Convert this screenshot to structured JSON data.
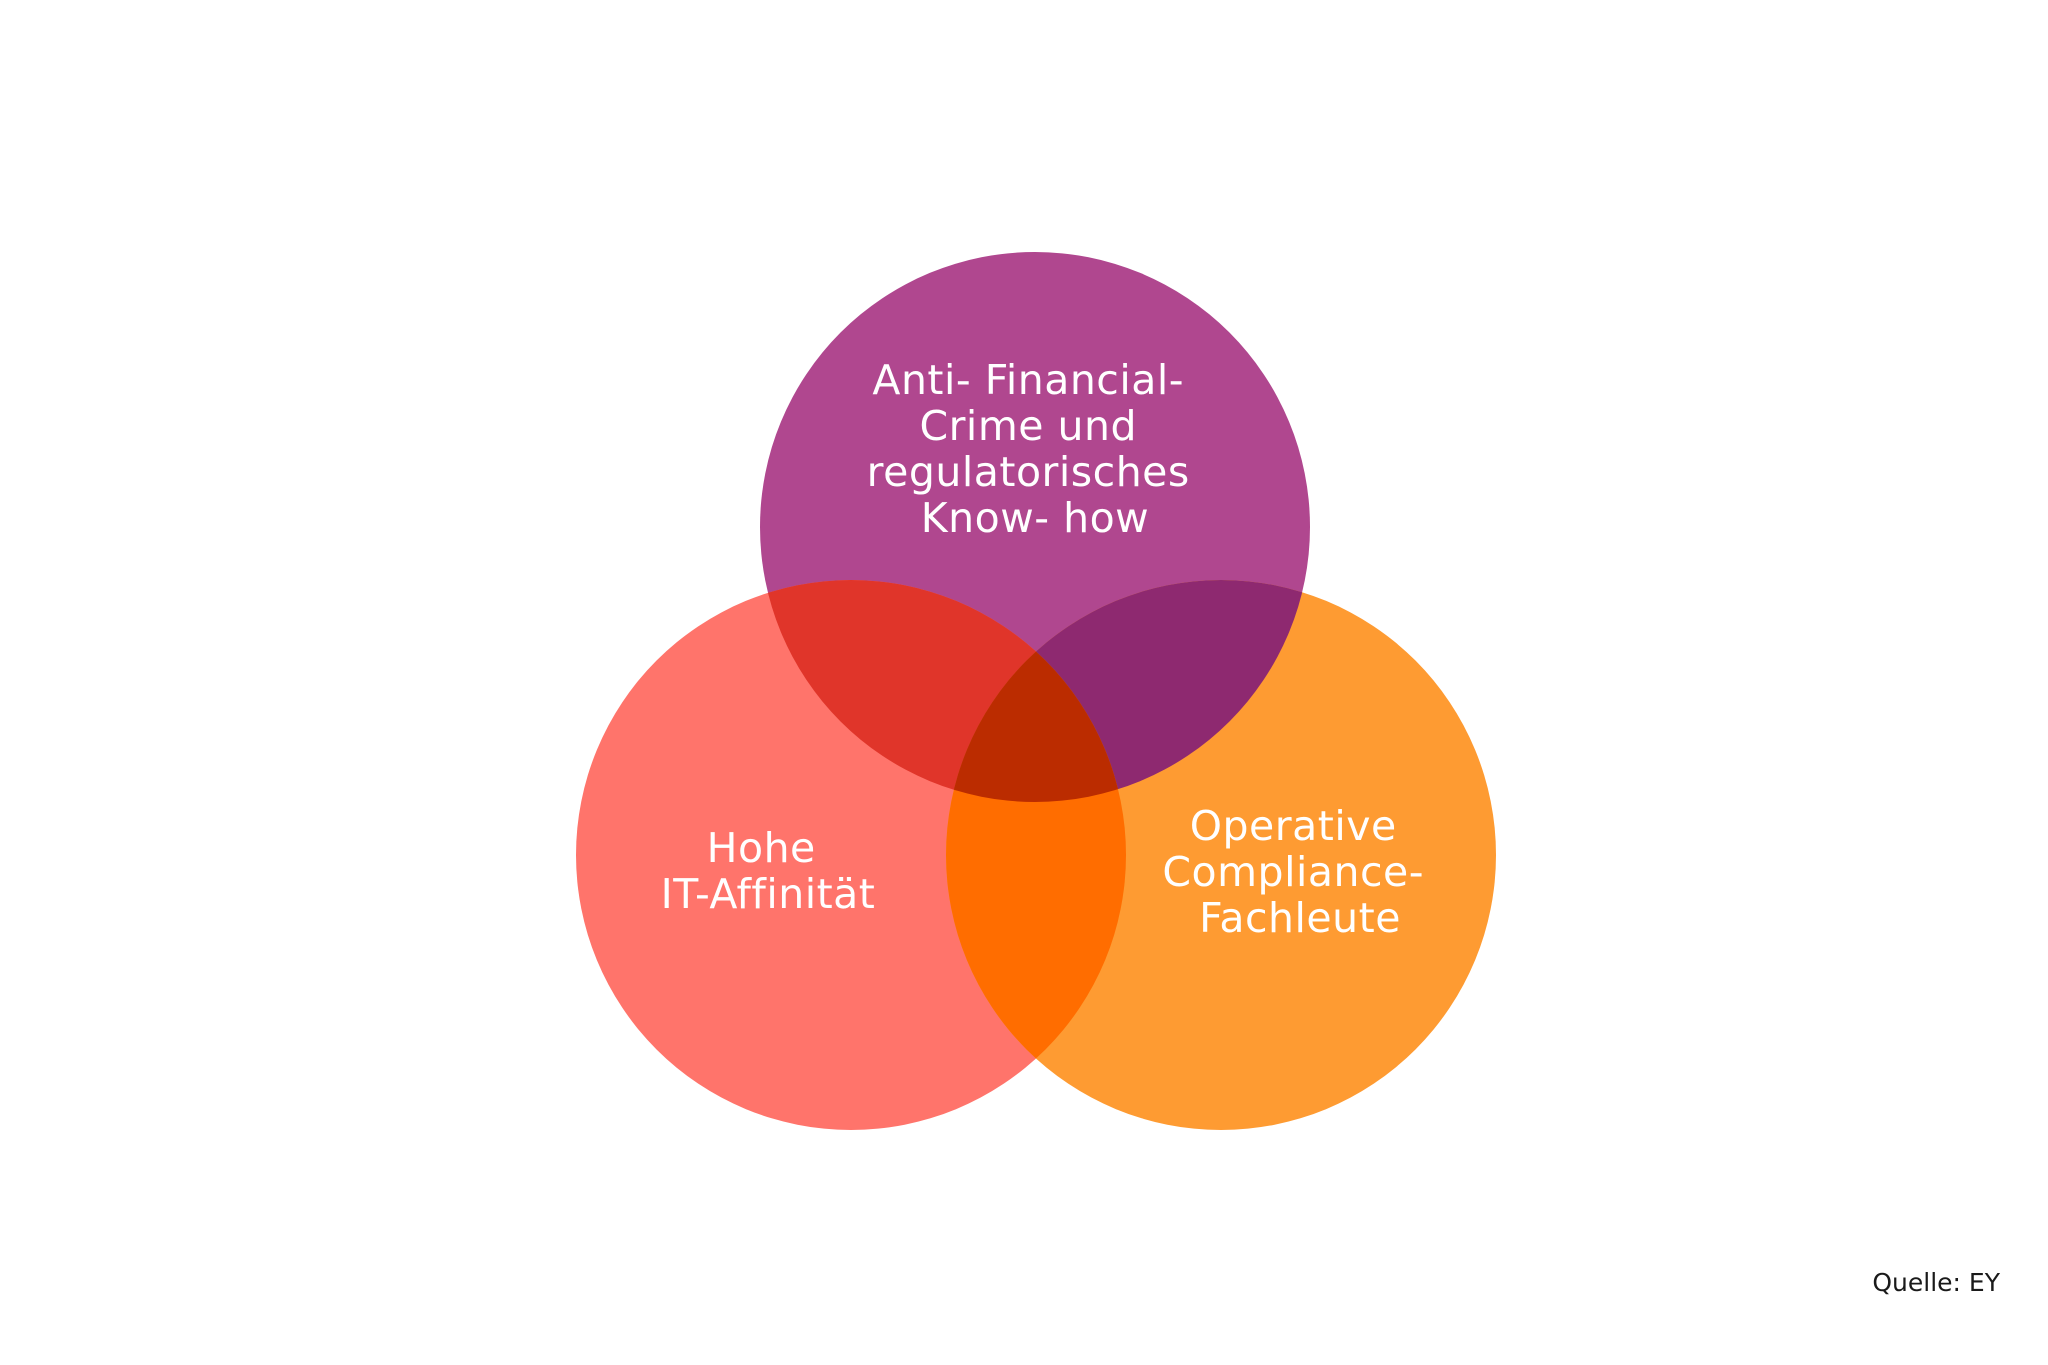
{
  "diagram": {
    "type": "venn",
    "circles": [
      {
        "id": "afc",
        "label_lines": [
          "Anti- Financial-",
          "Crime und",
          "regulatorisches",
          "Know- how"
        ],
        "color": "#b0478f"
      },
      {
        "id": "it",
        "label_lines": [
          "Hohe",
          "IT-Affinität"
        ],
        "color": "#ff746b"
      },
      {
        "id": "ops",
        "label_lines": [
          "Operative",
          "Compliance-",
          "Fachleute"
        ],
        "color": "#fe9b32"
      }
    ],
    "intersection_colors": {
      "afc_it": "#e0352a",
      "afc_ops": "#8e2970",
      "it_ops": "#ff6d00",
      "all": "#bb2c00"
    }
  },
  "source": "Quelle: EY"
}
